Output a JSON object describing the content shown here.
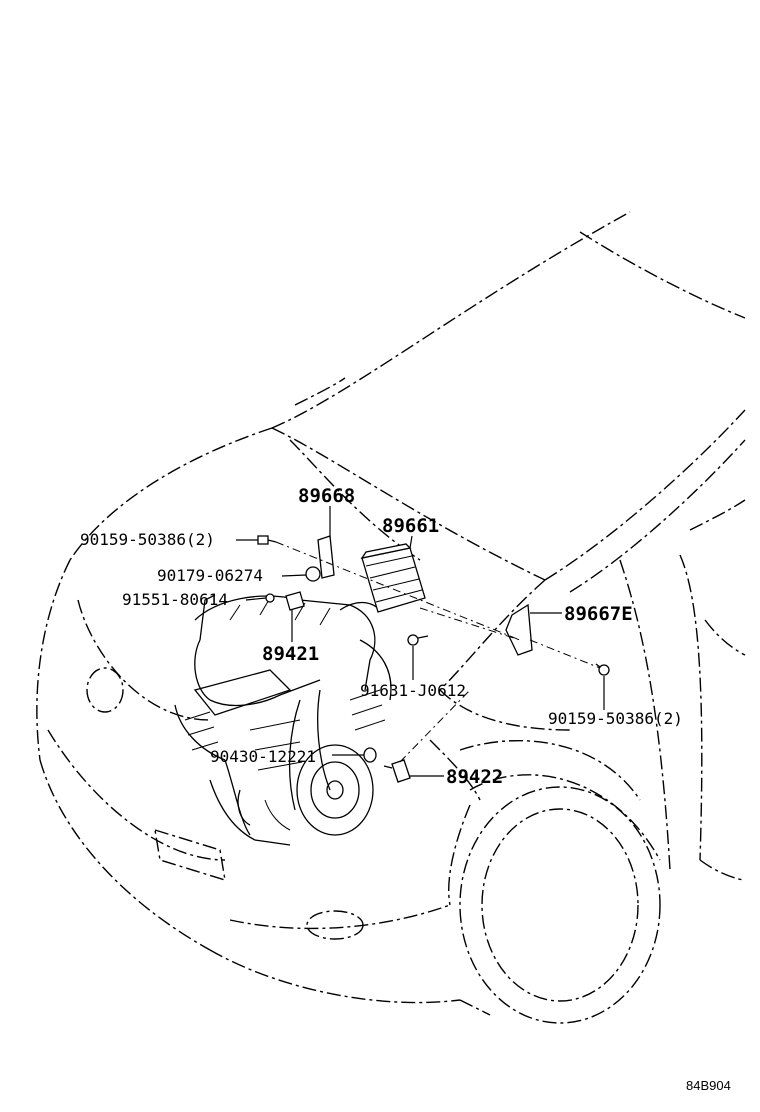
{
  "labels": {
    "p89668": "89668",
    "p89661": "89661",
    "p90159_left": "90159-50386(2)",
    "p90179": "90179-06274",
    "p91551": "91551-80614",
    "p89421": "89421",
    "p89667e": "89667E",
    "p91631": "91631-J0612",
    "p90159_right": "90159-50386(2)",
    "p90430": "90430-12221",
    "p89422": "89422"
  },
  "diagram_code": "84B904"
}
